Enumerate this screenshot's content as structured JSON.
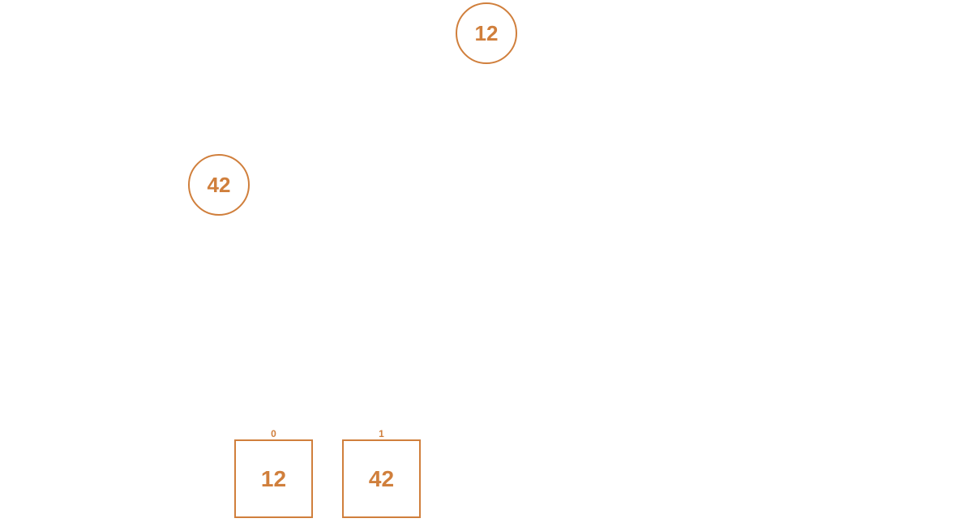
{
  "colors": {
    "accent": "#d07f3c",
    "background": "#ffffff"
  },
  "tree": {
    "nodes": [
      {
        "value": "12",
        "role": "root"
      },
      {
        "value": "42",
        "role": "left-child"
      }
    ]
  },
  "array": {
    "cells": [
      {
        "index": "0",
        "value": "12"
      },
      {
        "index": "1",
        "value": "42"
      }
    ]
  }
}
